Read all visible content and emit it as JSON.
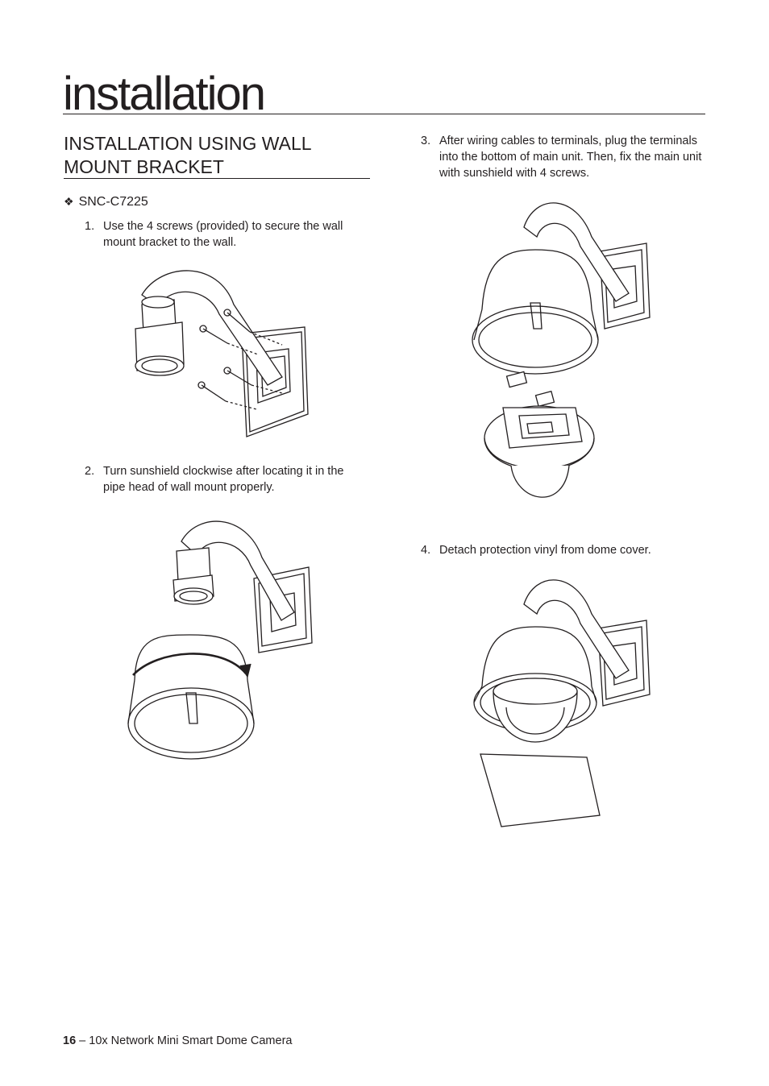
{
  "chapter": {
    "title": "installation"
  },
  "section": {
    "title": "INSTALLATION USING WALL MOUNT BRACKET"
  },
  "model": {
    "mark": "❖",
    "name": "SNC-C7225"
  },
  "steps": [
    {
      "num": "1.",
      "text": "Use the 4 screws (provided) to secure the wall mount bracket to the wall."
    },
    {
      "num": "2.",
      "text": "Turn sunshield clockwise after locating it in the pipe head of wall mount properly."
    },
    {
      "num": "3.",
      "text": "After wiring cables to terminals, plug the terminals into the bottom of main unit. Then, fix the main unit with sunshield with 4 screws."
    },
    {
      "num": "4.",
      "text": "Detach protection vinyl from dome cover."
    }
  ],
  "footer": {
    "page": "16",
    "text": " – 10x Network Mini Smart Dome Camera"
  }
}
